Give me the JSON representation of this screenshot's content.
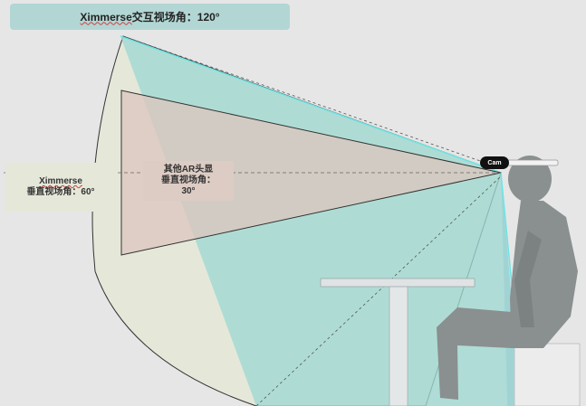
{
  "title": {
    "brand": "Ximmerse",
    "text": "交互视场角：120°"
  },
  "ximmerse_label": {
    "line1": "Ximmerse",
    "line2": "垂直视场角：60°"
  },
  "ar_label": {
    "line1": "其他AR头显",
    "line2": "垂直视场角：",
    "line3": "30°"
  },
  "camera": {
    "text": "Cam"
  },
  "colors": {
    "background": "#e6e6e6",
    "interaction_fov": "#9fd8d2",
    "ximmerse_fov": "#e5e8d9",
    "other_ar_fov": "#dcc6be",
    "title_bg": "#b2d6d4"
  }
}
